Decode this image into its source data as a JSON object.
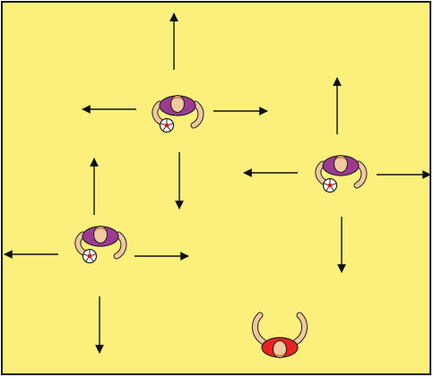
{
  "pitch": {
    "fill": "#fcf07d",
    "border": "#1a1a1a"
  },
  "players": [
    {
      "id": "player-1",
      "role": "dribbler",
      "facing": "up",
      "shirt": "#9c3a92",
      "has_ball": true,
      "arrows": [
        "up",
        "down",
        "left",
        "right"
      ]
    },
    {
      "id": "player-2",
      "role": "dribbler",
      "facing": "up",
      "shirt": "#9c3a92",
      "has_ball": true,
      "arrows": [
        "up",
        "down",
        "left",
        "right"
      ]
    },
    {
      "id": "player-3",
      "role": "dribbler",
      "facing": "up",
      "shirt": "#9c3a92",
      "has_ball": true,
      "arrows": [
        "up",
        "down",
        "left",
        "right"
      ]
    },
    {
      "id": "player-4",
      "role": "coach",
      "facing": "down",
      "shirt": "#e82222",
      "has_ball": false,
      "arrows": []
    }
  ],
  "colors": {
    "skin": "#f2c89e",
    "hair": "#c98a4e",
    "outline": "#222222",
    "arrow": "#111111",
    "ball_accent": "#d11f2a"
  }
}
